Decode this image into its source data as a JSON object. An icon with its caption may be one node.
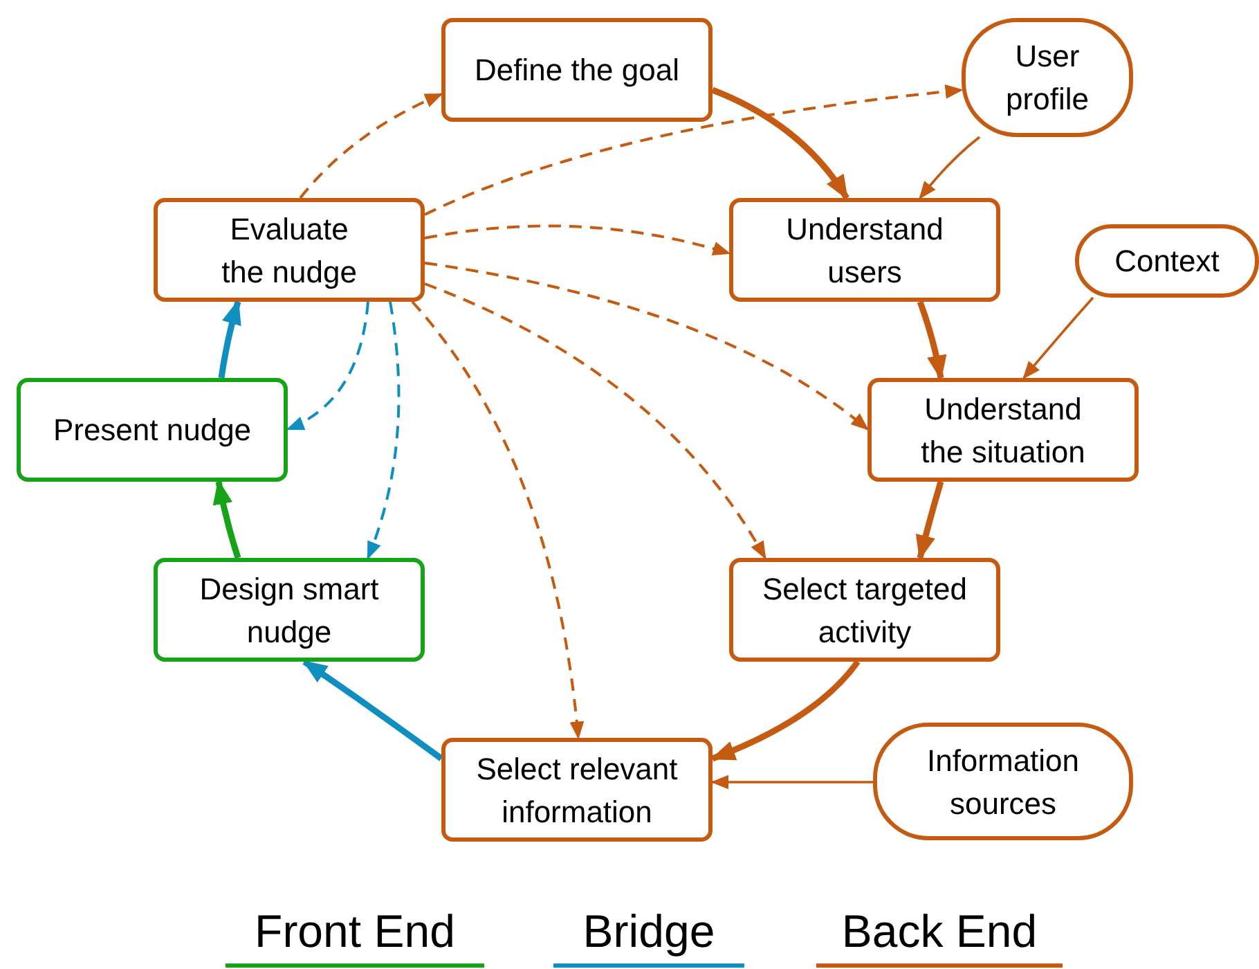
{
  "diagram": {
    "nodes": [
      {
        "text": [
          "Define the goal"
        ]
      },
      {
        "text": [
          "User profile"
        ]
      },
      {
        "text": [
          "Evaluate the nudge"
        ]
      },
      {
        "text": [
          "Understand users"
        ]
      },
      {
        "text": [
          "Context"
        ]
      },
      {
        "text": [
          "Present nudge"
        ]
      },
      {
        "text": [
          "Understand the situation"
        ]
      },
      {
        "text": [
          "Design smart nudge"
        ]
      },
      {
        "text": [
          "Select targeted activity"
        ]
      },
      {
        "text": [
          "Select relevant information"
        ]
      },
      {
        "text": [
          "Information sources"
        ]
      }
    ],
    "edges": [
      {
        "from": 0,
        "to": 3,
        "arrow": "to",
        "style": "thick"
      },
      {
        "from": 1,
        "to": 3,
        "arrow": "to"
      },
      {
        "from": 3,
        "to": 6,
        "arrow": "to",
        "style": "thick"
      },
      {
        "from": 4,
        "to": 6,
        "arrow": "to"
      },
      {
        "from": 6,
        "to": 8,
        "arrow": "to",
        "style": "thick"
      },
      {
        "from": 8,
        "to": 9,
        "arrow": "to",
        "style": "thick"
      },
      {
        "from": 10,
        "to": 9,
        "arrow": "to"
      },
      {
        "from": 9,
        "to": 7,
        "arrow": "to",
        "style": "thick",
        "color": "#0f8fbf"
      },
      {
        "from": 7,
        "to": 5,
        "arrow": "to",
        "style": "thick",
        "color": "#17a317"
      },
      {
        "from": 5,
        "to": 2,
        "arrow": "to",
        "style": "thick",
        "color": "#0f8fbf"
      },
      {
        "from": 2,
        "to": 0,
        "arrow": "to",
        "style": "dashed"
      },
      {
        "from": 2,
        "to": 1,
        "arrow": "to",
        "style": "dashed"
      },
      {
        "from": 2,
        "to": 3,
        "arrow": "to",
        "style": "dashed"
      },
      {
        "from": 2,
        "to": 6,
        "arrow": "to",
        "style": "dashed"
      },
      {
        "from": 2,
        "to": 8,
        "arrow": "to",
        "style": "dashed"
      },
      {
        "from": 2,
        "to": 9,
        "arrow": "to",
        "style": "dashed"
      },
      {
        "from": 2,
        "to": 5,
        "arrow": "to",
        "style": "dashed",
        "color": "#0f8fbf"
      },
      {
        "from": 2,
        "to": 7,
        "arrow": "to",
        "style": "dashed",
        "color": "#0f8fbf"
      }
    ],
    "legend": [
      {
        "text": "Front End",
        "color": "#17a317"
      },
      {
        "text": "Bridge",
        "color": "#0f8fbf"
      },
      {
        "text": "Back End",
        "color": "#c55a11"
      }
    ]
  }
}
